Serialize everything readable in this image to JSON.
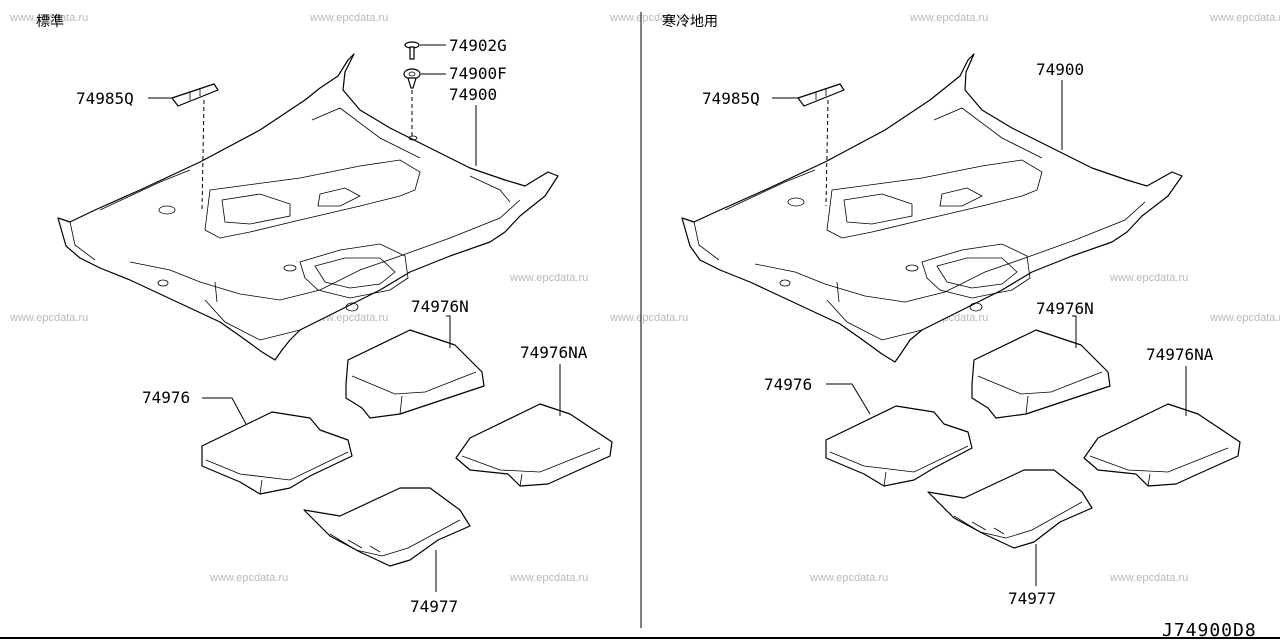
{
  "left_panel": {
    "title": "標準",
    "labels": {
      "clip": "74985Q",
      "bolt_g": "74902G",
      "bolt_f": "74900F",
      "carpet": "74900",
      "mat_n": "74976N",
      "mat_na": "74976NA",
      "mat_front": "74976",
      "mat_rear": "74977"
    }
  },
  "right_panel": {
    "title": "寒冷地用",
    "labels": {
      "clip": "74985Q",
      "carpet": "74900",
      "mat_n": "74976N",
      "mat_na": "74976NA",
      "mat_front": "74976",
      "mat_rear": "74977"
    }
  },
  "diagram_code": "J74900D8",
  "watermark": "www.epcdata.ru"
}
